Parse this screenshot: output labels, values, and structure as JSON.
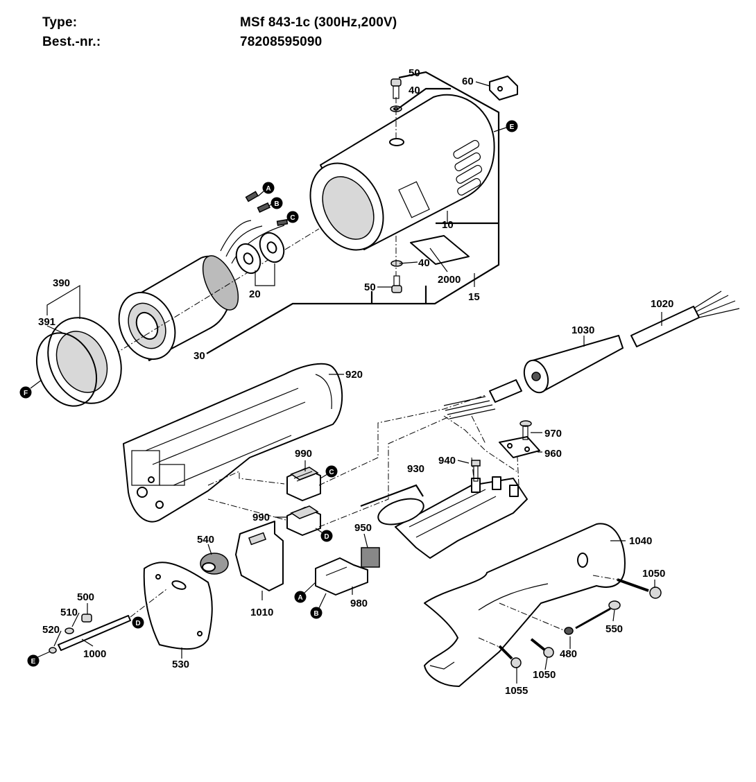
{
  "header": {
    "type_label": "Type:",
    "type_value": "MSf 843-1c (300Hz,200V)",
    "order_label": "Best.-nr.:",
    "order_value": "78208595090"
  },
  "parts": {
    "p10": "10",
    "p15": "15",
    "p20": "20",
    "p30": "30",
    "p40a": "40",
    "p40b": "40",
    "p50a": "50",
    "p50b": "50",
    "p60": "60",
    "p390": "390",
    "p391": "391",
    "p480": "480",
    "p500": "500",
    "p510": "510",
    "p520": "520",
    "p530": "530",
    "p540": "540",
    "p550": "550",
    "p920": "920",
    "p930": "930",
    "p940": "940",
    "p950": "950",
    "p960": "960",
    "p970": "970",
    "p980": "980",
    "p990a": "990",
    "p990b": "990",
    "p1000": "1000",
    "p1010": "1010",
    "p1020": "1020",
    "p1030": "1030",
    "p1040": "1040",
    "p1050a": "1050",
    "p1050b": "1050",
    "p1055": "1055",
    "p2000": "2000"
  },
  "connectors": {
    "A1": "A",
    "B1": "B",
    "C1": "C",
    "E1": "E",
    "F1": "F",
    "C2": "C",
    "D2": "D",
    "A3": "A",
    "B3": "B",
    "D4": "D",
    "E5": "E"
  }
}
